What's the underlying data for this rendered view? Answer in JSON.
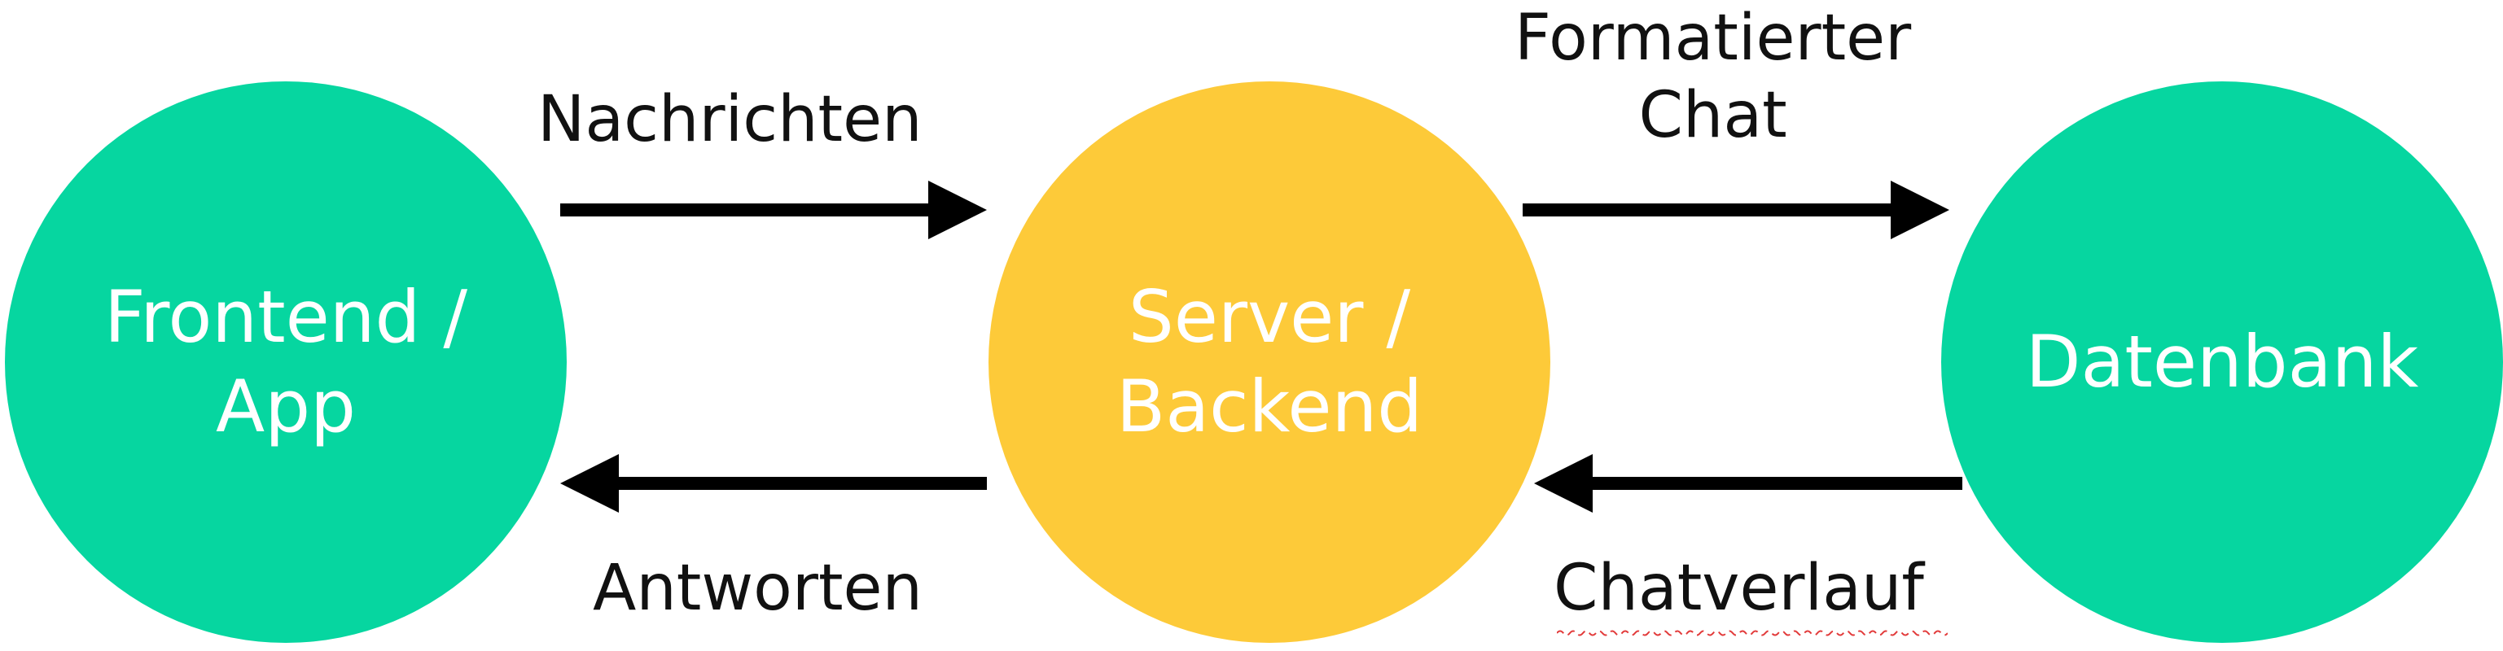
{
  "colors": {
    "green": "#06d6a0",
    "yellow": "#fdca39",
    "arrow": "#000000",
    "text_dark": "#111111",
    "text_light": "#ffffff",
    "spellcheck": "#e23b3b"
  },
  "nodes": {
    "frontend": {
      "line1": "Frontend /",
      "line2": "App"
    },
    "server": {
      "line1": "Server /",
      "line2": "Backend"
    },
    "database": {
      "line1": "Datenbank"
    }
  },
  "edges": {
    "frontend_to_server": {
      "label": "Nachrichten"
    },
    "server_to_database": {
      "line1": "Formatierter",
      "line2": "Chat"
    },
    "server_to_frontend": {
      "label": "Antworten"
    },
    "database_to_server": {
      "label": "Chatverlauf"
    }
  }
}
